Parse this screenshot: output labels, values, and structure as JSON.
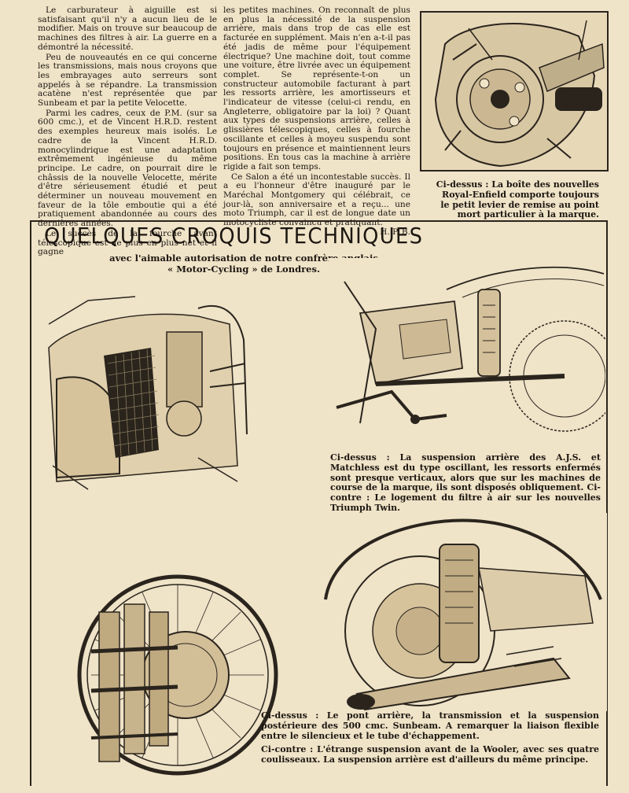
{
  "article": {
    "left_column": [
      "Le carburateur à aiguille est si satisfaisant qu'il n'y a aucun lieu de le modifier. Mais on trouve sur beaucoup de machines des filtres à air. La guerre en a démontré la nécessité.",
      "Peu de nouveautés en ce qui concerne les transmissions, mais nous croyons que les embrayages auto serreurs sont appelés à se répandre. La transmission acatène n'est représentée que par Sunbeam et par la petite Velocette.",
      "Parmi les cadres, ceux de P.M. (sur sa 600 cmc.), et de Vincent H.R.D. restent des exemples heureux mais isolés. Le cadre de la Vincent H.R.D. monocylindrique est une adaptation extrêmement ingénieuse du même principe. Le cadre, on pourrait dire le châssis de la nouvelle Velocette, mérite d'être sérieusement étudié et peut déterminer un nouveau mouvement en faveur de la tôle emboutie qui a été pratiquement abandonnée au cours des dernières années.",
      "Le succès de la fourche avant télescopique est de plus en plus net et il gagne"
    ],
    "middle_column": [
      "les petites machines. On reconnaît de plus en plus la nécessité de la suspension arrière, mais dans trop de cas elle est facturée en supplément. Mais n'en a-t-il pas été jadis de même pour l'équipement électrique? Une machine doit, tout comme une voiture, être livrée avec un équipement complet. Se représente-t-on un constructeur automobile facturant à part les ressorts arrière, les amortisseurs et l'indicateur de vitesse (celui-ci rendu, en Angleterre, obligatoire par la loi) ? Quant aux types de suspensions arrière, celles à glissières télescopiques, celles à fourche oscillante et celles à moyeu suspendu sont toujours en présence et maintiennent leurs positions. En tous cas la machine à arrière rigide a fait son temps.",
      "Ce Salon a été un incontestable succès. Il a eu l'honneur d'être inauguré par le Maréchal Montgomery qui célébrait, ce jour-là, son anniversaire et a reçu... une moto Triumph, car il est de longue date un motocycliste convaincu et pratiquant."
    ],
    "signature": "H. P. B."
  },
  "section": {
    "title": "QUELQUES CROQUIS TECHNIQUES",
    "subtitle_line1": "avec l'aimable autorisation de notre confrère anglais",
    "subtitle_line2": "« Motor-Cycling » de Londres."
  },
  "captions": {
    "royal_enfield": "Ci-dessus : La boîte des nouvelles Royal-Enfield comporte toujours le petit levier de remise au point mort particulier à la marque.",
    "ajs_matchless": "Ci-dessus : La suspension arrière des A.J.S. et Matchless est du type oscillant, les ressorts enfermés sont presque verticaux, alors que sur les machines de course de la marque, ils sont disposés obliquement. Ci-contre : Le logement du filtre à air sur les nouvelles Triumph Twin.",
    "sunbeam": "Ci-dessus : Le pont arrière, la transmission et la suspension postérieure des 500 cmc. Sunbeam. A remarquer la liaison flexible entre le silencieux et le tube d'échappement.",
    "wooler": "Ci-contre : L'étrange suspension avant de la Wooler, avec ses quatre coulisseaux. La suspension arrière est d'ailleurs du même principe."
  },
  "colors": {
    "paper": "#efe3c8",
    "ink": "#1c1610"
  }
}
